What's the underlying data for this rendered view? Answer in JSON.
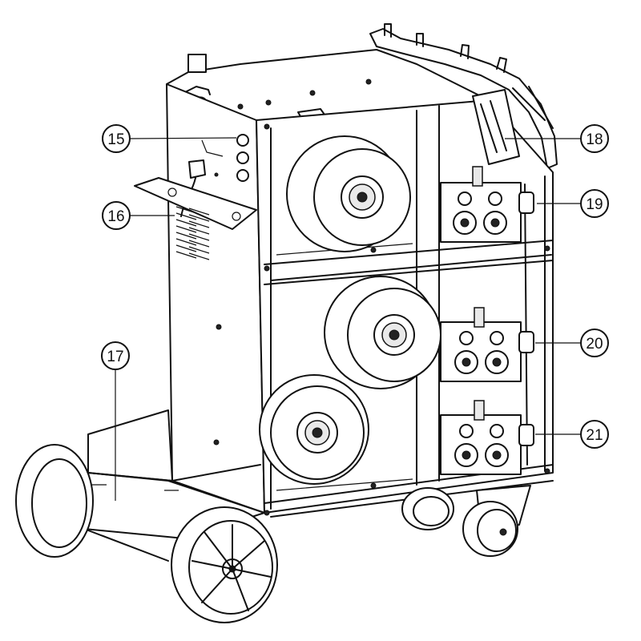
{
  "callouts": [
    {
      "id": "15",
      "label": "15"
    },
    {
      "id": "16",
      "label": "16"
    },
    {
      "id": "17",
      "label": "17"
    },
    {
      "id": "18",
      "label": "18"
    },
    {
      "id": "19",
      "label": "19"
    },
    {
      "id": "20",
      "label": "20"
    },
    {
      "id": "21",
      "label": "21"
    }
  ],
  "colors": {
    "line": "#111111",
    "background": "#ffffff"
  }
}
